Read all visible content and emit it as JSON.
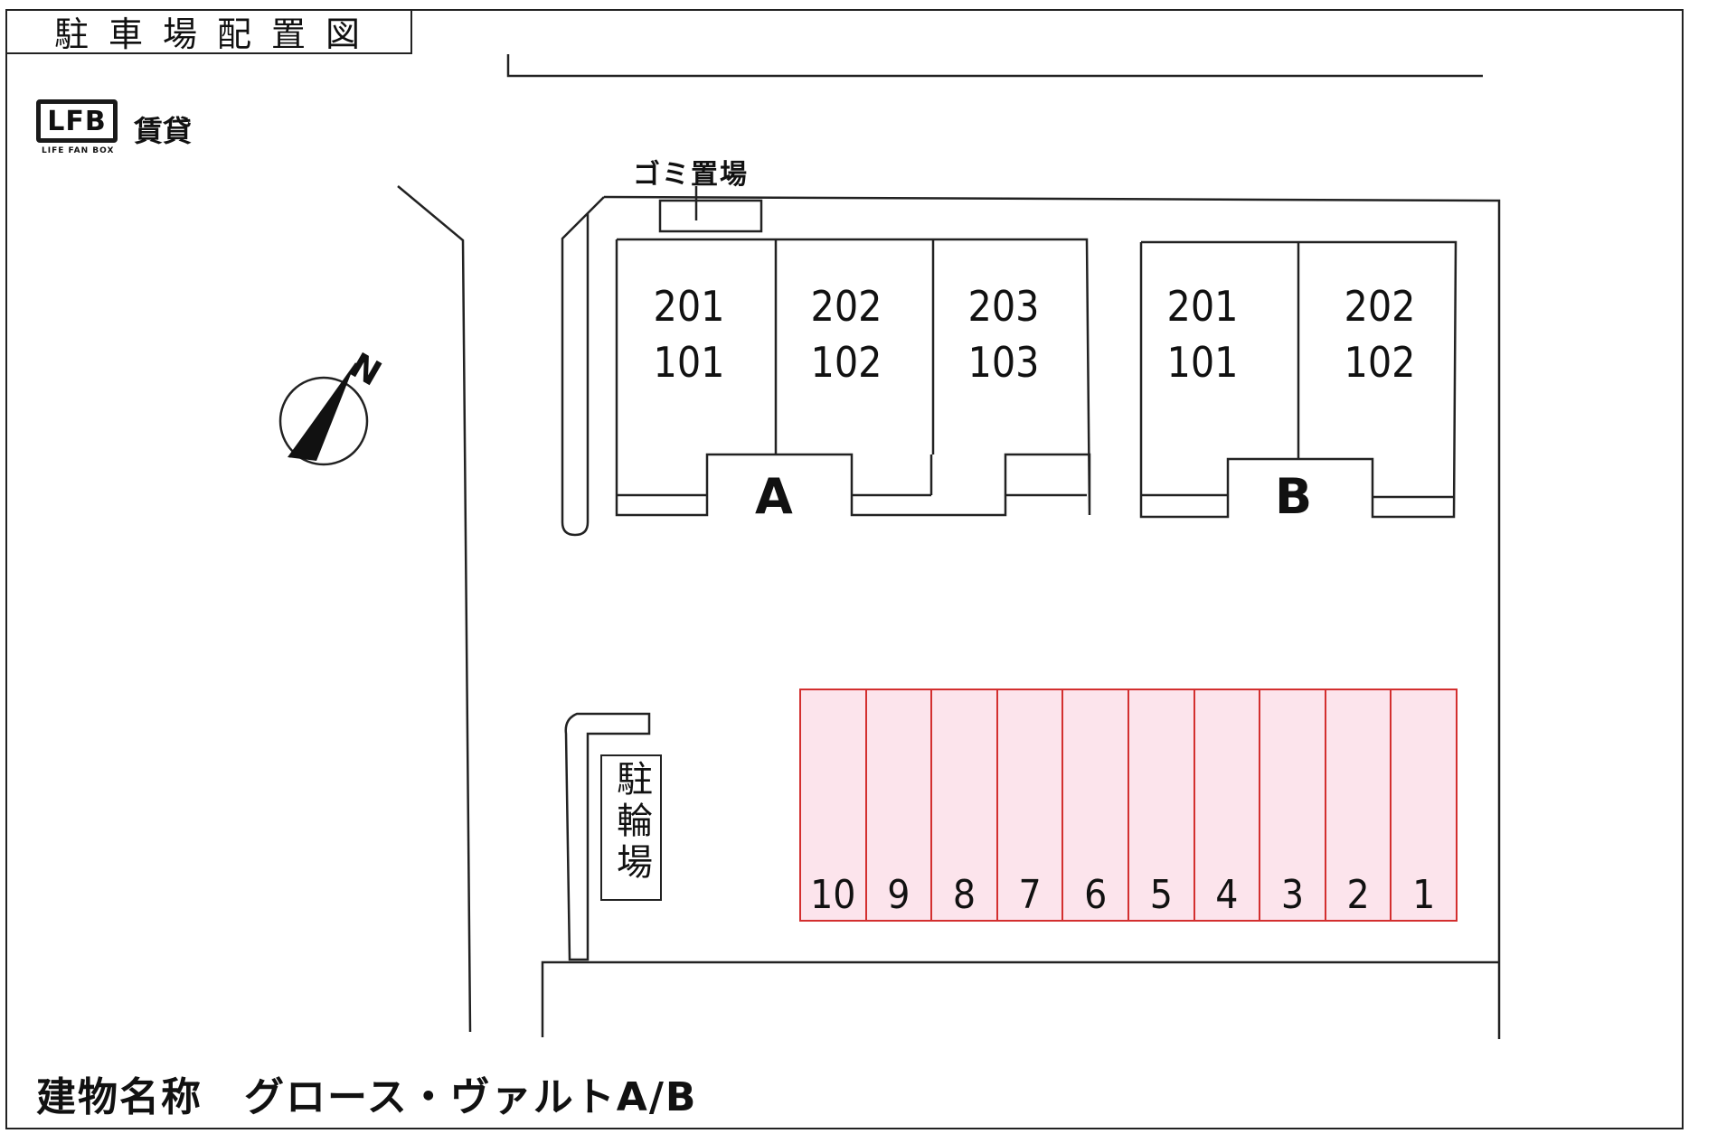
{
  "header": {
    "title": "駐車場配置図"
  },
  "logo": {
    "mark": "LFB",
    "sub": "LIFE FAN BOX",
    "kanji": "賃貸"
  },
  "compass": {
    "north_label": "N"
  },
  "labels": {
    "garbage": "ゴミ置場",
    "bicycle": "駐輪場"
  },
  "buildings": [
    {
      "letter": "A",
      "units": [
        {
          "upper": "201",
          "lower": "101"
        },
        {
          "upper": "202",
          "lower": "102"
        },
        {
          "upper": "203",
          "lower": "103"
        }
      ]
    },
    {
      "letter": "B",
      "units": [
        {
          "upper": "201",
          "lower": "101"
        },
        {
          "upper": "202",
          "lower": "102"
        }
      ]
    }
  ],
  "parking": {
    "slots": [
      "10",
      "9",
      "8",
      "7",
      "6",
      "5",
      "4",
      "3",
      "2",
      "1"
    ],
    "highlight_color": "#fce4ec",
    "border_color": "#d32f2f"
  },
  "footer": {
    "building_name": "建物名称　グロース・ヴァルトA/B"
  }
}
